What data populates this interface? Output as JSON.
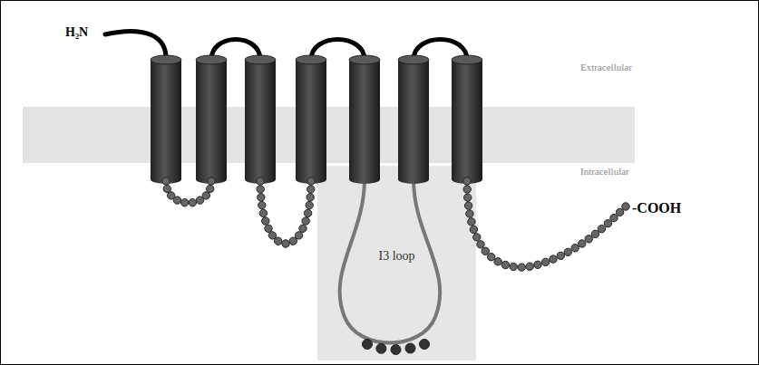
{
  "diagram": {
    "nodes": [
      {
        "text": [
          "I3 loop"
        ]
      }
    ],
    "labels": [
      "H₂N",
      "Extracellular",
      "Intracellular",
      "-COOH"
    ]
  }
}
